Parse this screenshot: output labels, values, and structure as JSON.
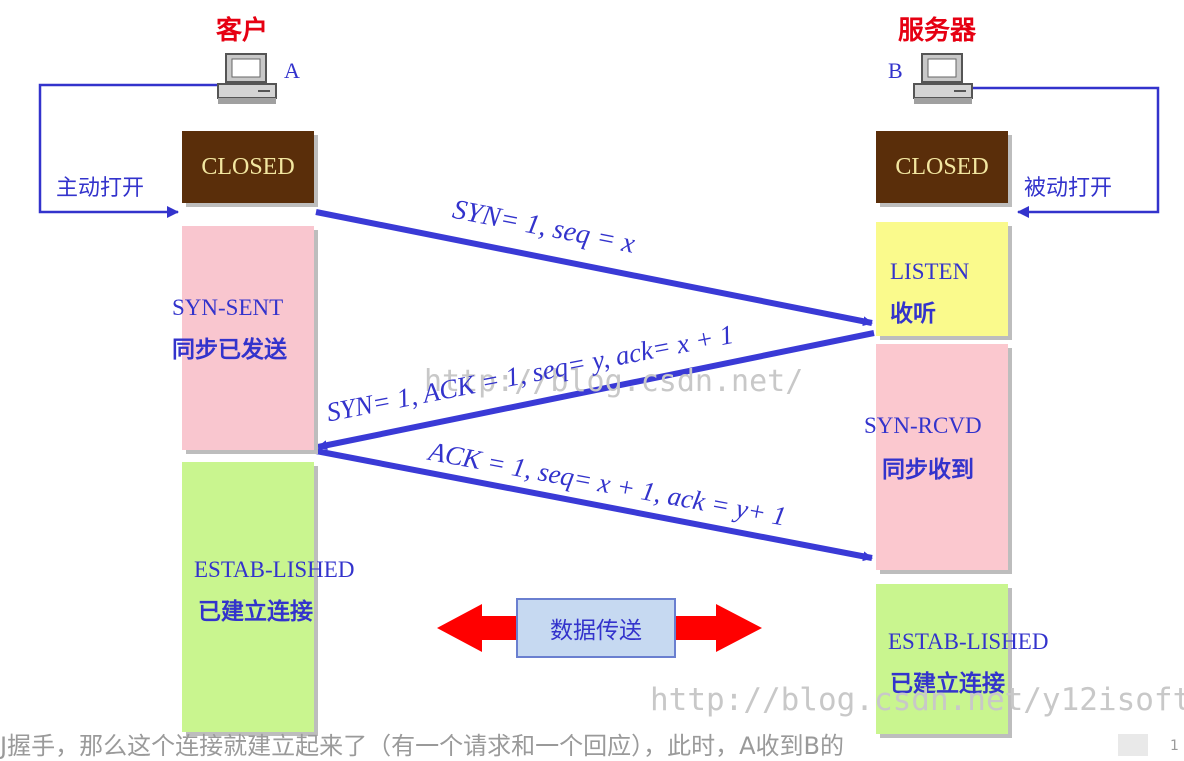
{
  "client": {
    "title": "客户",
    "letter": "A",
    "active_open": "主动打开",
    "states": [
      {
        "en": "CLOSED",
        "cn": ""
      },
      {
        "en": "SYN-SENT",
        "cn": "同步已发送"
      },
      {
        "en": "ESTAB-LISHED",
        "cn": "已建立连接"
      }
    ]
  },
  "server": {
    "title": "服务器",
    "letter": "B",
    "passive_open": "被动打开",
    "states": [
      {
        "en": "CLOSED",
        "cn": ""
      },
      {
        "en": "LISTEN",
        "cn": "收听"
      },
      {
        "en": "SYN-RCVD",
        "cn": "同步收到"
      },
      {
        "en": "ESTAB-LISHED",
        "cn": "已建立连接"
      }
    ]
  },
  "messages": [
    "SYN= 1, seq = x",
    "SYN= 1, ACK = 1, seq= y, ack= x + 1",
    "ACK = 1, seq= x + 1, ack = y+ 1"
  ],
  "data_transfer": "数据传送",
  "watermarks": [
    "http://blog.csdn.net/",
    "http://blog.csdn.net/y12isoft"
  ],
  "bottom_text": "J握手，那么这个连接就建立起来了（有一个请求和一个回应），此时，A收到B的",
  "page_number": "1",
  "colors": {
    "closed_bg": "#5a2e0a",
    "closed_text": "#f2e6a0",
    "syn_sent_bg": "#f9c6cf",
    "listen_bg": "#fafa8c",
    "syn_rcvd_bg": "#fbc8cf",
    "established_bg": "#c9f58f",
    "arrow_blue": "#3a3ad6",
    "red_arrow": "#ff0000"
  }
}
